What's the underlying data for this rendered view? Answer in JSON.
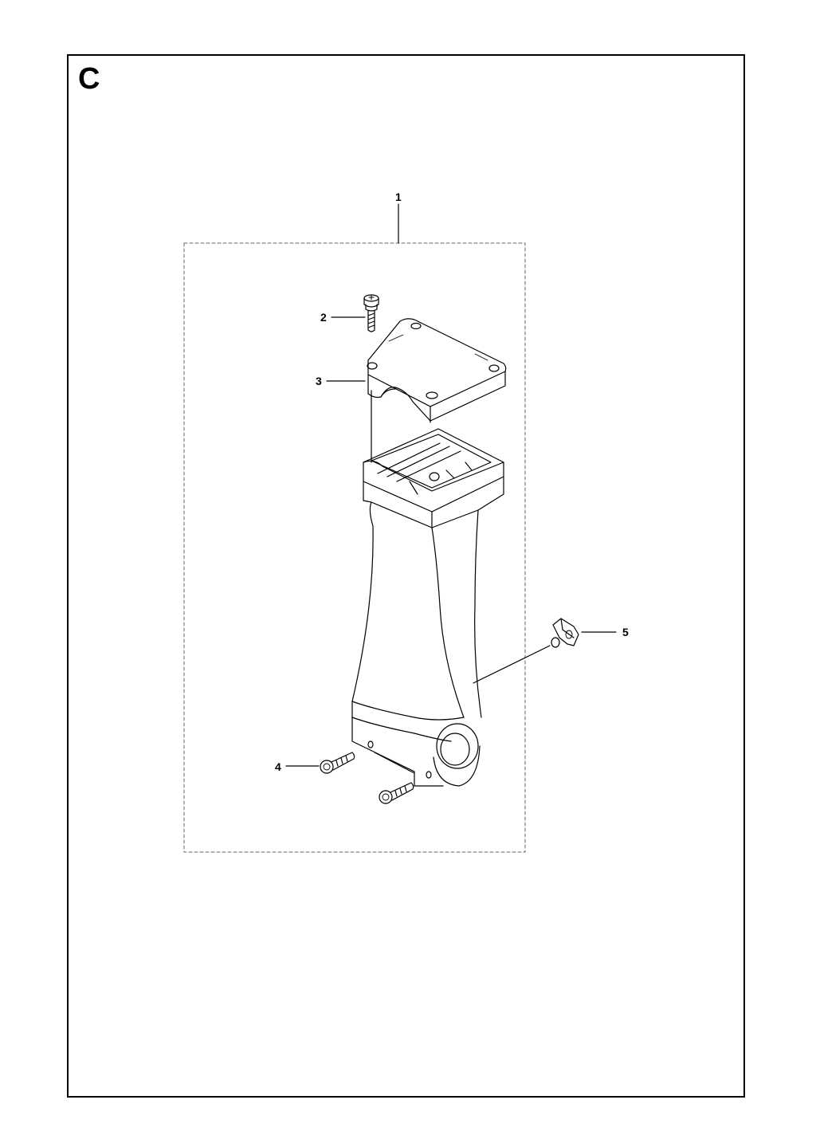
{
  "section": {
    "letter": "C"
  },
  "callouts": {
    "kit": "1",
    "screw_top": "2",
    "cap": "3",
    "screws_bottom": "4",
    "clip": "5"
  }
}
